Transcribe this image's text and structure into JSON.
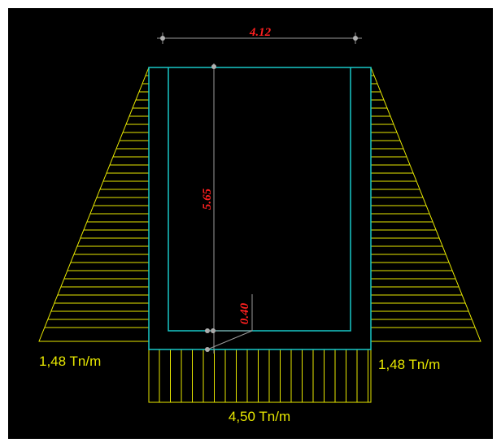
{
  "drawing": {
    "colors": {
      "background": "#000000",
      "load_lines": "#e8e800",
      "structure": "#19c8c8",
      "dimensions": "#9a9a9a",
      "dimension_text": "#ff2020"
    },
    "dimensions": {
      "top_width": "4.12",
      "height": "5.65",
      "thickness": "0.40"
    },
    "loads": {
      "left_lateral": "1,48 Tn/m",
      "right_lateral": "1,48 Tn/m",
      "bottom": "4,50 Tn/m"
    }
  }
}
